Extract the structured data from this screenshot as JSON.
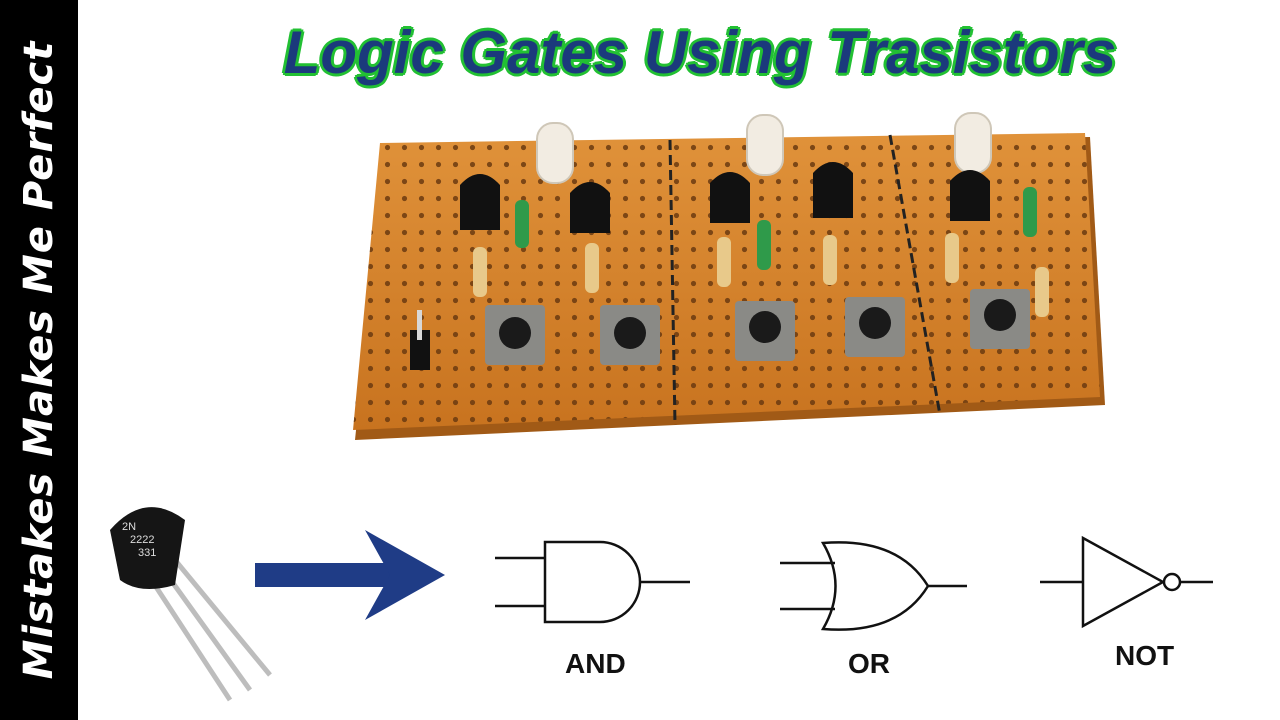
{
  "title": "Logic Gates Using Trasistors",
  "side_text": "Mistakes Makes Me Perfect",
  "transistor_marking": [
    "2N",
    "2222",
    "331"
  ],
  "gates": [
    {
      "name": "and",
      "label": "AND"
    },
    {
      "name": "or",
      "label": "OR"
    },
    {
      "name": "not",
      "label": "NOT"
    }
  ],
  "colors": {
    "title_text": "#1b3a7c",
    "title_outline": "#22c033",
    "arrow": "#1f3c86",
    "board": "#d9862e",
    "sidebar": "#000000"
  }
}
